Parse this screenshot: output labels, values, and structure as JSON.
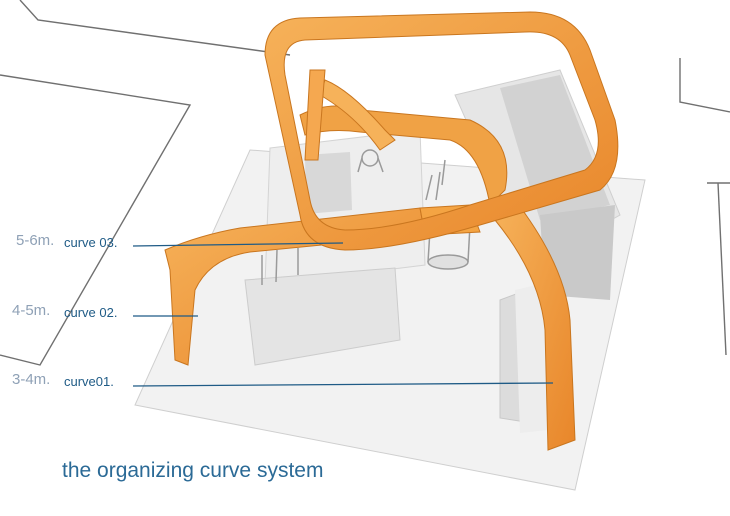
{
  "labels": [
    {
      "height": "5-6m.",
      "curve": "curve 03."
    },
    {
      "height": "4-5m.",
      "curve": "curve 02."
    },
    {
      "height": "3-4m.",
      "curve": "curve01."
    }
  ],
  "caption": "the organizing curve system",
  "colors": {
    "accent_orange": "#f29a3a",
    "label_blue": "#1f5b86",
    "height_gray": "#8fa1b6",
    "caption_blue": "#2b6a96"
  }
}
